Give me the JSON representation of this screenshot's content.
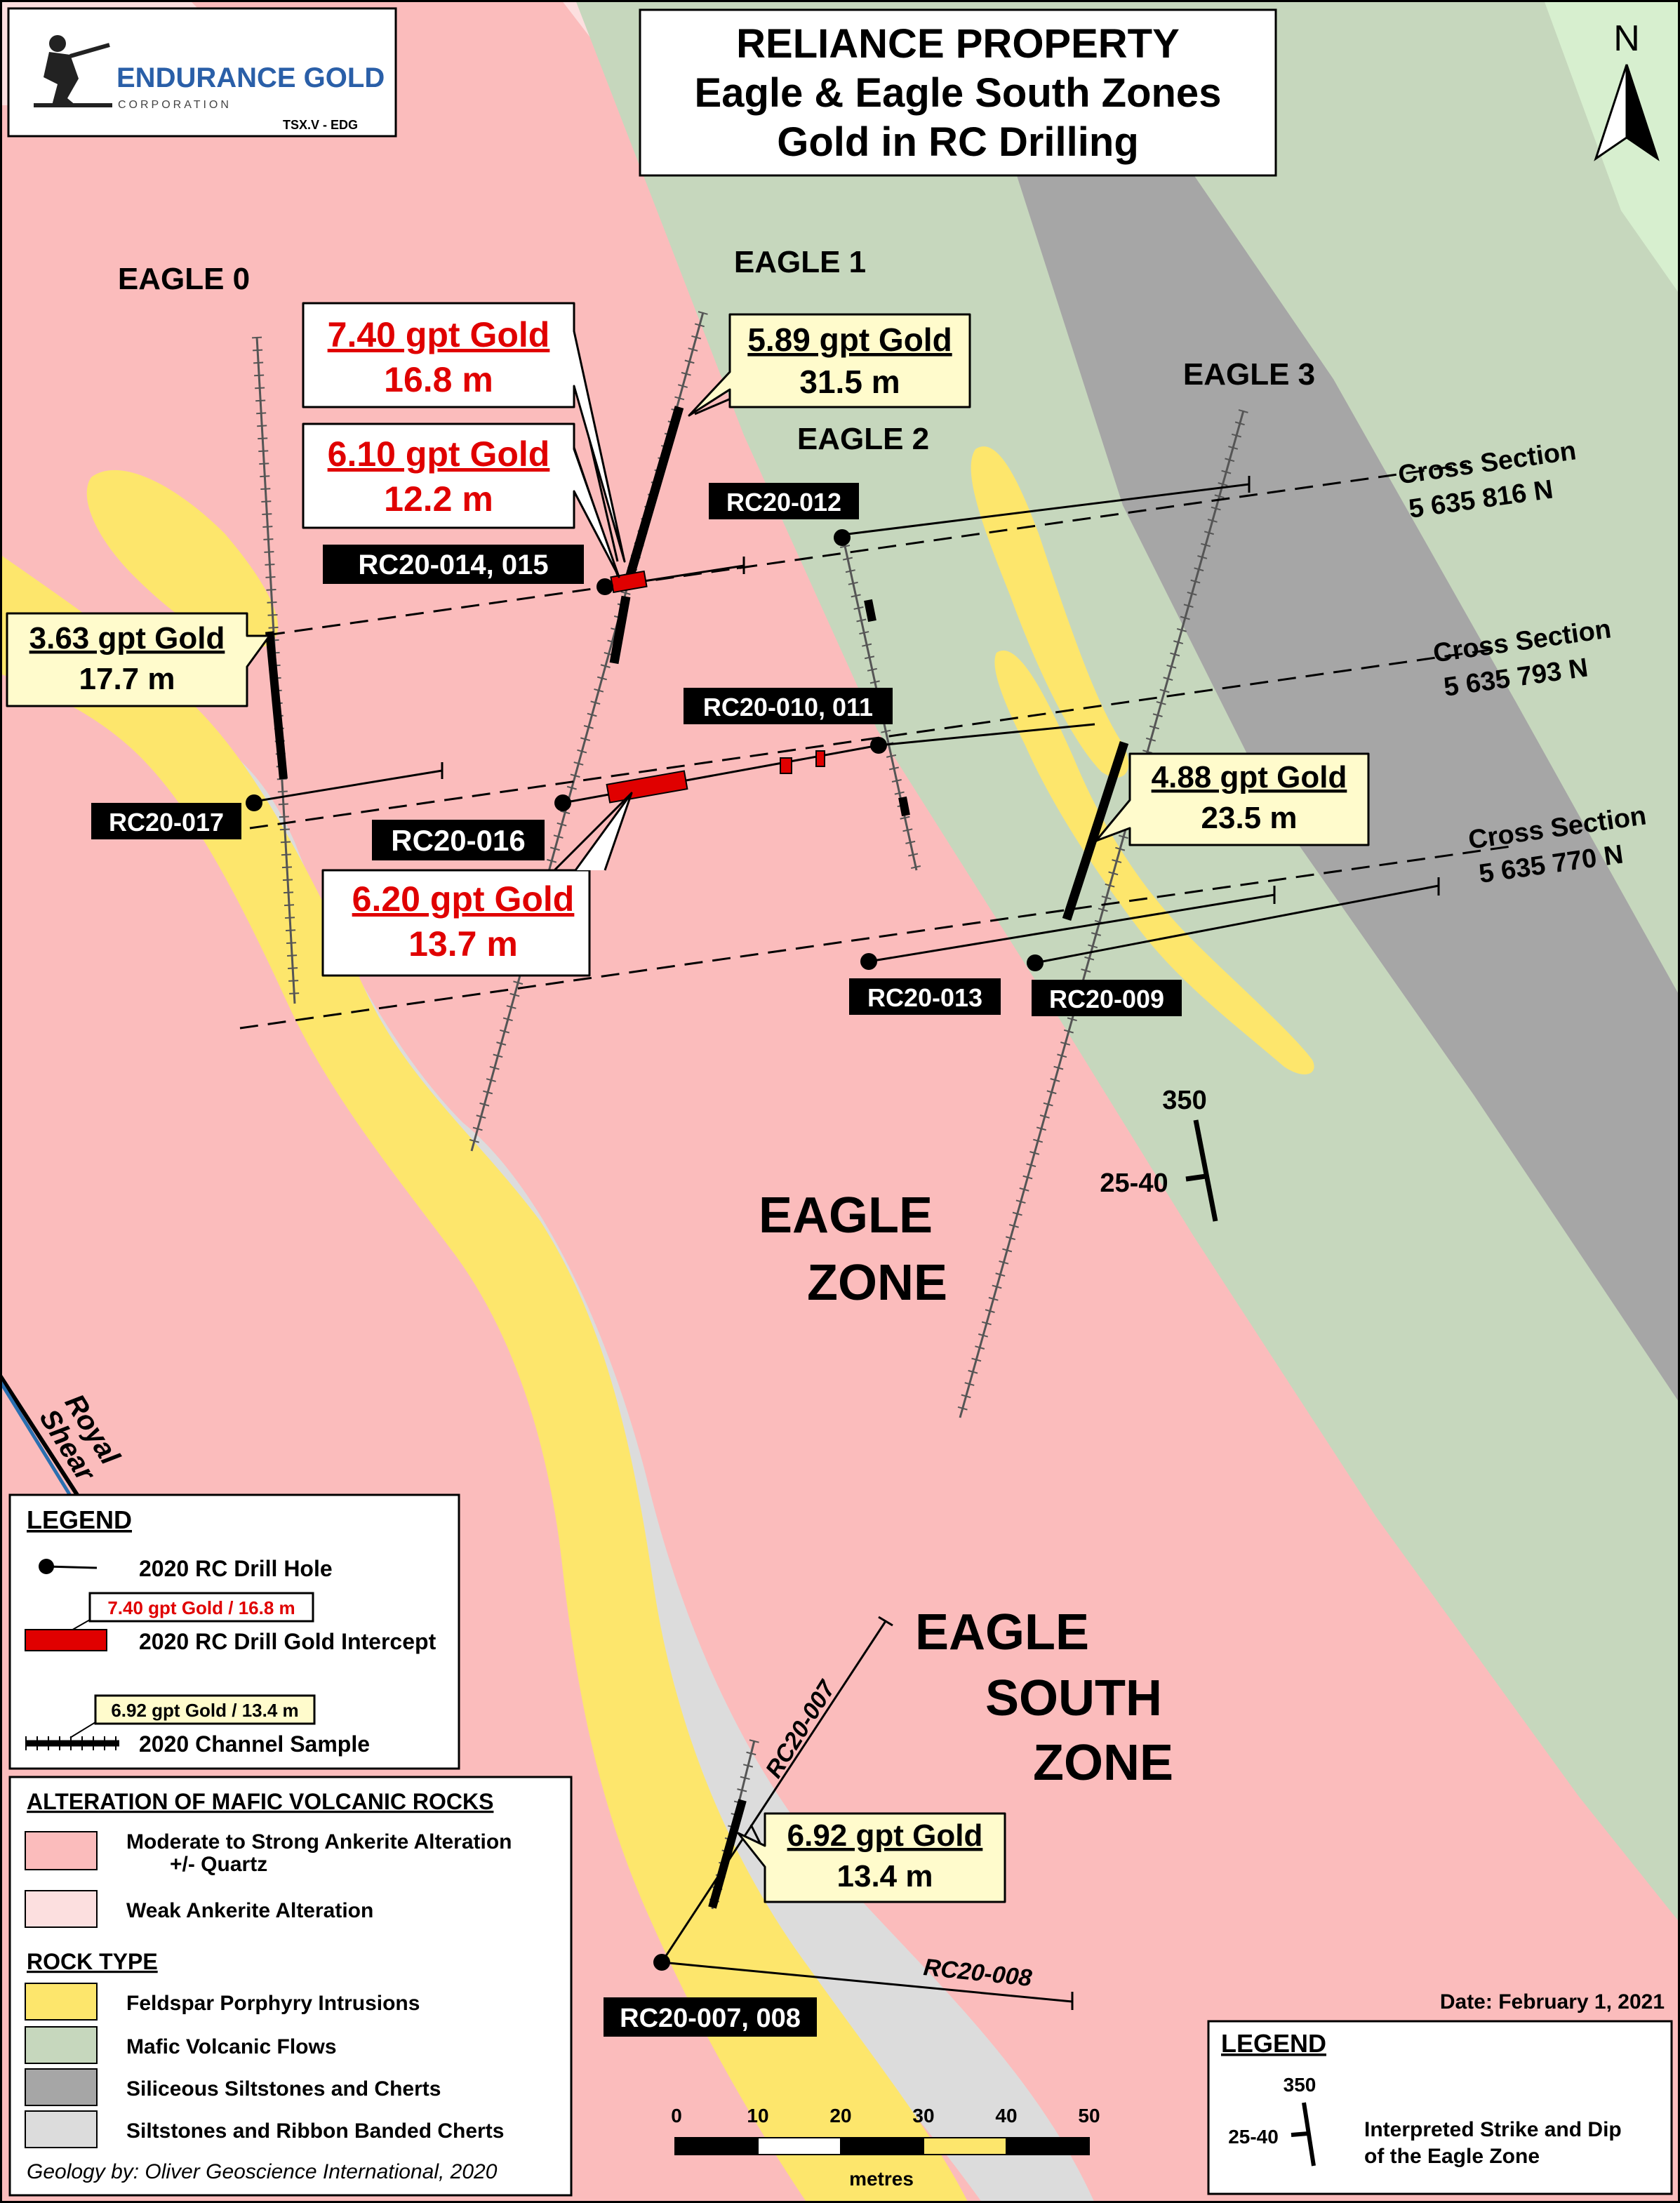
{
  "logo": {
    "company": "ENDURANCE GOLD",
    "sub": "CORPORATION",
    "ticker": "TSX.V - EDG"
  },
  "title": {
    "line1": "RELIANCE PROPERTY",
    "line2": "Eagle & Eagle South Zones",
    "line3": "Gold in RC Drilling"
  },
  "north_label": "N",
  "zones": {
    "eagle0": "EAGLE 0",
    "eagle1": "EAGLE 1",
    "eagle2": "EAGLE 2",
    "eagle3": "EAGLE 3",
    "eagle_zone_1": "EAGLE",
    "eagle_zone_2": "ZONE",
    "south_1": "EAGLE",
    "south_2": "SOUTH",
    "south_3": "ZONE"
  },
  "cross_sections": [
    {
      "title": "Cross Section",
      "northing": "5 635 816 N"
    },
    {
      "title": "Cross Section",
      "northing": "5 635 793 N"
    },
    {
      "title": "Cross Section",
      "northing": "5 635 770 N"
    }
  ],
  "callouts": {
    "c740": {
      "grade": "7.40 gpt Gold",
      "length": "16.8 m"
    },
    "c610": {
      "grade": "6.10 gpt Gold",
      "length": "12.2 m"
    },
    "c589": {
      "grade": "5.89 gpt Gold",
      "length": "31.5 m"
    },
    "c363": {
      "grade": "3.63 gpt Gold",
      "length": "17.7 m"
    },
    "c620": {
      "grade": "6.20 gpt Gold",
      "length": "13.7 m"
    },
    "c488": {
      "grade": "4.88 gpt Gold",
      "length": "23.5 m"
    },
    "c692": {
      "grade": "6.92 gpt Gold",
      "length": "13.4 m"
    }
  },
  "holes": {
    "h012": "RC20-012",
    "h014": "RC20-014, 015",
    "h010": "RC20-010, 011",
    "h017": "RC20-017",
    "h016": "RC20-016",
    "h013": "RC20-013",
    "h009": "RC20-009",
    "h007": "RC20-007, 008",
    "trace007": "RC20-007",
    "trace008": "RC20-008"
  },
  "strike_dip": {
    "strike": "350",
    "dip": "25-40"
  },
  "royal_shear": {
    "line1": "Royal",
    "line2": "Shear"
  },
  "legend": {
    "title": "LEGEND",
    "drill_hole": "2020 RC Drill Hole",
    "intercept_example": "7.40 gpt Gold / 16.8 m",
    "intercept": "2020 RC Drill Gold Intercept",
    "channel_example": "6.92 gpt Gold / 13.4 m",
    "channel": "2020 Channel Sample"
  },
  "alteration": {
    "title": "ALTERATION OF MAFIC VOLCANIC ROCKS",
    "moderate_1": "Moderate  to Strong Ankerite Alteration",
    "moderate_2": "+/- Quartz",
    "weak": "Weak Ankerite Alteration",
    "rock_title": "ROCK TYPE",
    "porphyry": "Feldspar Porphyry Intrusions",
    "mafic": "Mafic Volcanic Flows",
    "siliceous": "Siliceous Siltstones and Cherts",
    "ribbon": "Siltstones and Ribbon Banded Cherts",
    "credit": "Geology by: Oliver Geoscience International, 2020"
  },
  "colors": {
    "moderate_alteration": "#fbbcbc",
    "weak_alteration": "#fcdfdf",
    "porphyry": "#fde66c",
    "mafic": "#c6d7bd",
    "siliceous": "#a6a6a6",
    "ribbon": "#dcdcdc",
    "light_green": "#d7efcf",
    "intercept_red": "#e00000",
    "callout_yellow": "#fffbcc"
  },
  "date": "Date:  February 1, 2021",
  "scale": {
    "ticks": [
      "0",
      "10",
      "20",
      "30",
      "40",
      "50"
    ],
    "unit": "metres"
  },
  "legend2": {
    "title": "LEGEND",
    "strike": "350",
    "dip": "25-40",
    "desc_1": "Interpreted Strike and Dip",
    "desc_2": "of the Eagle Zone"
  }
}
